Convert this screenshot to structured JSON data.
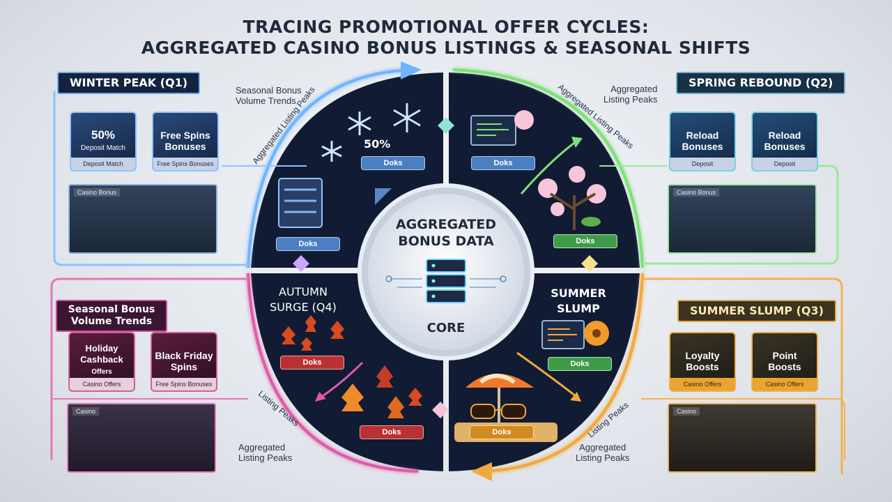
{
  "title": {
    "line1": "TRACING PROMOTIONAL OFFER CYCLES:",
    "line2": "AGGREGATED CASINO BONUS LISTINGS & SEASONAL SHIFTS"
  },
  "quarters": {
    "winter": {
      "label": "WINTER PEAK (Q1)",
      "cards": [
        {
          "main": "50%",
          "main2": "Deposit Match",
          "sub": "Deposit Match"
        },
        {
          "main": "Free Spins",
          "main2": "Bonuses",
          "sub": "Free Spins Bonuses"
        }
      ],
      "chart_label": "Casino Bonus",
      "note_line1": "Seasonal Bonus",
      "note_line2": "Volume Trends",
      "arc_label": "Aggregated Listing Peaks"
    },
    "spring": {
      "label": "SPRING REBOUND (Q2)",
      "cards": [
        {
          "main": "Reload",
          "main2": "Bonuses",
          "sub": "Deposit"
        },
        {
          "main": "Reload",
          "main2": "Bonuses",
          "sub": "Deposit"
        }
      ],
      "chart_label": "Casino Bonus",
      "note_line1": "Aggregated",
      "note_line2": "Listing Peaks",
      "arc_label": "Aggregated Listing Peaks"
    },
    "summer": {
      "label": "SUMMER SLUMP (Q3)",
      "cards": [
        {
          "main": "Loyalty",
          "main2": "Boosts",
          "sub": "Casino Offers"
        },
        {
          "main": "Point",
          "main2": "Boosts",
          "sub": "Casino Offers"
        }
      ],
      "chart_label": "Casino",
      "note_line1": "Aggregated",
      "note_line2": "Listing Peaks",
      "arc_label": "Listing Peaks"
    },
    "autumn": {
      "label_line1": "Seasonal Bonus",
      "label_line2": "Volume Trends",
      "cards": [
        {
          "main": "Holiday",
          "main2": "Cashback",
          "main3": "Offers",
          "sub": "Casino Offers"
        },
        {
          "main": "Black Friday",
          "main2": "Spins",
          "sub": "Free Spins Bonuses"
        }
      ],
      "chart_label": "Casino",
      "note_line1": "Aggregated",
      "note_line2": "Listing Peaks",
      "arc_label": "Listing Peaks"
    }
  },
  "wheel": {
    "q1_value": "50%",
    "q1_pill_top": "Doks",
    "q1_pill_bottom": "Doks",
    "q2_pill_top": "Doks",
    "q2_pill_bottom": "Doks",
    "q3_title_line1": "SUMMER",
    "q3_title_line2": "SLUMP",
    "q3_pill_top": "Doks",
    "q3_pill_bottom": "Doks",
    "q4_title_line1": "AUTUMN",
    "q4_title_line2": "SURGE (Q4)",
    "q4_pill_top": "Doks",
    "q4_pill_bottom": "Doks"
  },
  "core": {
    "line1": "AGGREGATED",
    "line2": "BONUS DATA",
    "line3": "CORE"
  },
  "colors": {
    "winter": "#6fb4ff",
    "spring": "#7fe07a",
    "summer": "#f2a93b",
    "autumn": "#e05aa8",
    "wheel_bg": "#111b33"
  }
}
